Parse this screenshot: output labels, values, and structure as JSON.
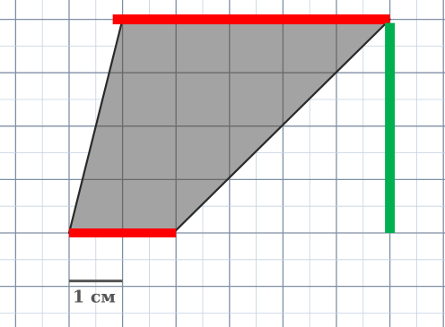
{
  "scale_label": "1 см",
  "colors": {
    "background": "#ffffff",
    "grid_minor": "#c4d2e0",
    "grid_major": "#7f8fa4",
    "figure_fill": "#a3a3a3",
    "figure_stroke": "#2a2a2a",
    "grid_on_figure": "#6a6a6a",
    "base_highlight": "#ff0000",
    "height_highlight": "#00b050",
    "scale_bar": "#555555",
    "scale_text": "#555555"
  },
  "figure": {
    "shape": "trapezoid",
    "unit": "cell",
    "vertices": [
      [
        1,
        4
      ],
      [
        6,
        4
      ],
      [
        1.95,
        0
      ],
      [
        0,
        0
      ]
    ],
    "top_base_length": 5,
    "bottom_base_length": 2,
    "height": 4
  },
  "scale_cells": 1
}
